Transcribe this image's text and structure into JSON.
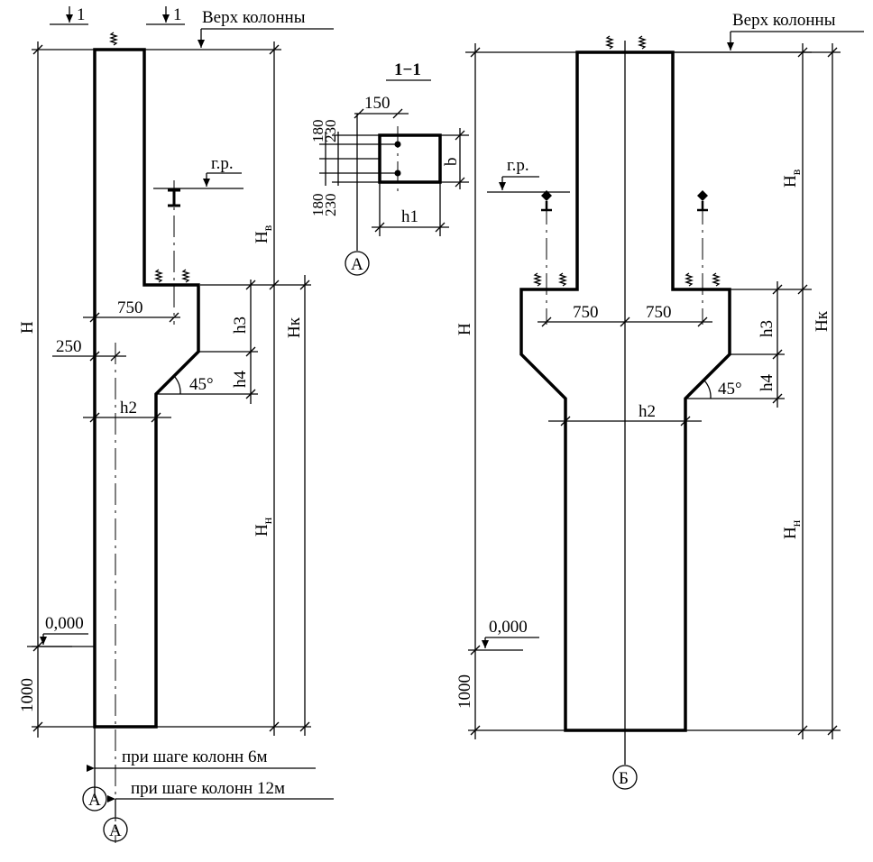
{
  "left": {
    "section_mark": "1",
    "top_label": "Верх колонны",
    "crane_label": "г.р.",
    "dim_750": "750",
    "dim_250": "250",
    "dim_h2": "h2",
    "dim_h3": "h3",
    "dim_h4": "h4",
    "angle": "45°",
    "dim_H": "H",
    "dim_1000": "1000",
    "level": "0,000",
    "note_6m": "при шаге колонн 6м",
    "note_12m": "при шаге колонн 12м",
    "axis_A": "А"
  },
  "section": {
    "title": "1−1",
    "dim_150": "150",
    "dim_180": "180",
    "dim_230": "230",
    "dim_b": "b",
    "dim_h1": "h1",
    "axis_A": "А"
  },
  "right": {
    "top_label": "Верх колонны",
    "crane_label": "г.р.",
    "dim_750_left": "750",
    "dim_750_right": "750",
    "dim_h2": "h2",
    "dim_h3": "h3",
    "dim_h4": "h4",
    "angle": "45°",
    "dim_H": "H",
    "dim_1000": "1000",
    "level": "0,000",
    "axis_B": "Б"
  }
}
